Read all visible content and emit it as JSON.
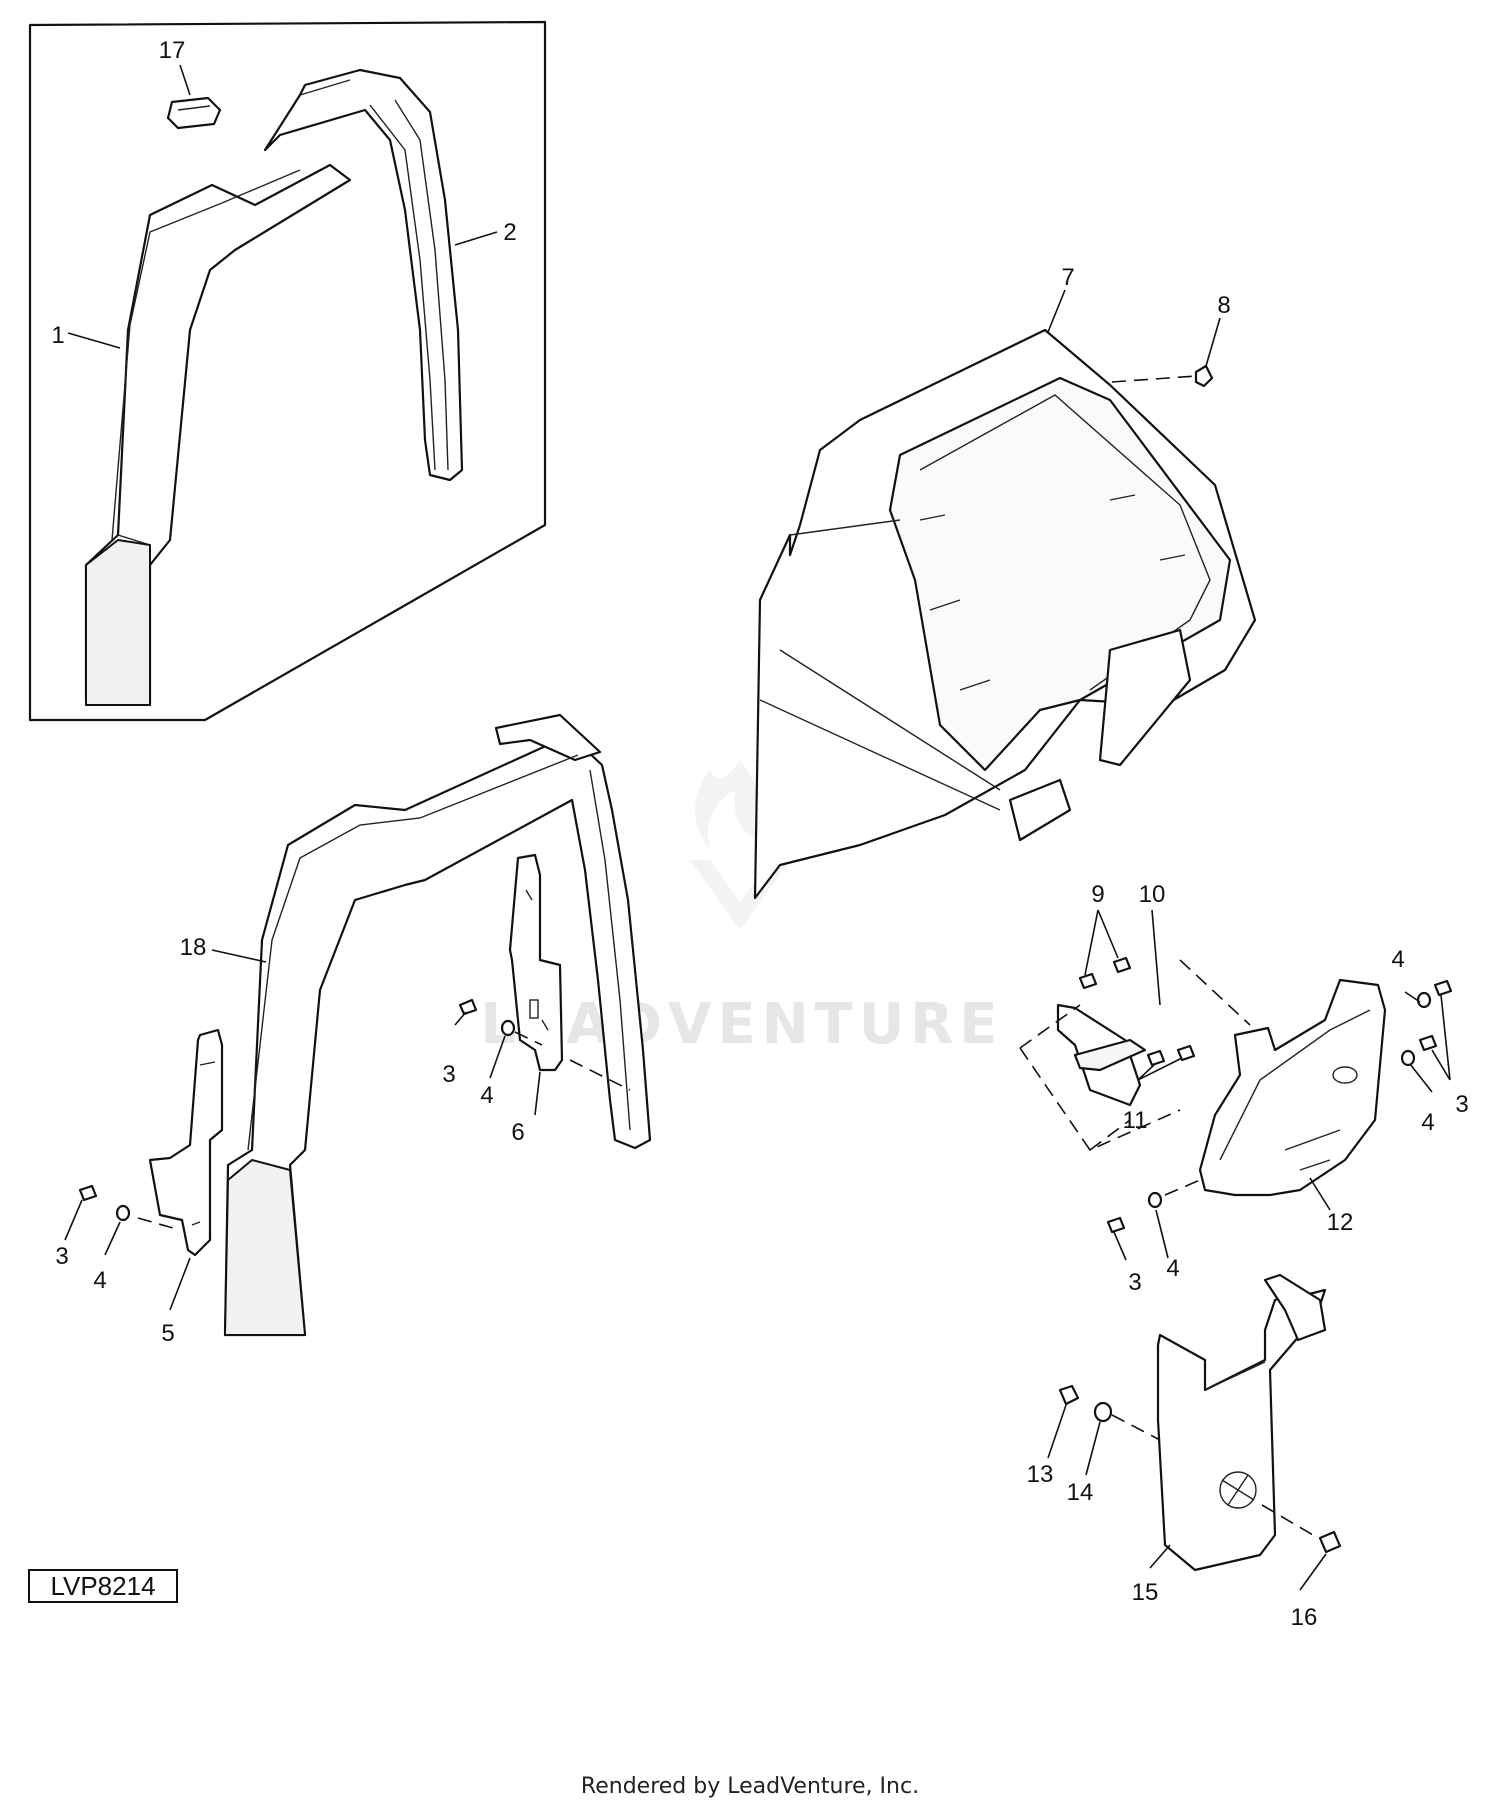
{
  "diagram": {
    "reference_code": "LVP8214",
    "footer": "Rendered by LeadVenture, Inc.",
    "watermark": "LEADVENTURE",
    "callouts": [
      {
        "id": "c1",
        "label": "1"
      },
      {
        "id": "c2",
        "label": "2"
      },
      {
        "id": "c3a",
        "label": "3"
      },
      {
        "id": "c3b",
        "label": "3"
      },
      {
        "id": "c3c",
        "label": "3"
      },
      {
        "id": "c3d",
        "label": "3"
      },
      {
        "id": "c4a",
        "label": "4"
      },
      {
        "id": "c4b",
        "label": "4"
      },
      {
        "id": "c4c",
        "label": "4"
      },
      {
        "id": "c4d",
        "label": "4"
      },
      {
        "id": "c4e",
        "label": "4"
      },
      {
        "id": "c5",
        "label": "5"
      },
      {
        "id": "c6",
        "label": "6"
      },
      {
        "id": "c7",
        "label": "7"
      },
      {
        "id": "c8",
        "label": "8"
      },
      {
        "id": "c9",
        "label": "9"
      },
      {
        "id": "c10",
        "label": "10"
      },
      {
        "id": "c11",
        "label": "11"
      },
      {
        "id": "c12",
        "label": "12"
      },
      {
        "id": "c13",
        "label": "13"
      },
      {
        "id": "c14",
        "label": "14"
      },
      {
        "id": "c15",
        "label": "15"
      },
      {
        "id": "c16",
        "label": "16"
      },
      {
        "id": "c17",
        "label": "17"
      },
      {
        "id": "c18",
        "label": "18"
      }
    ]
  }
}
